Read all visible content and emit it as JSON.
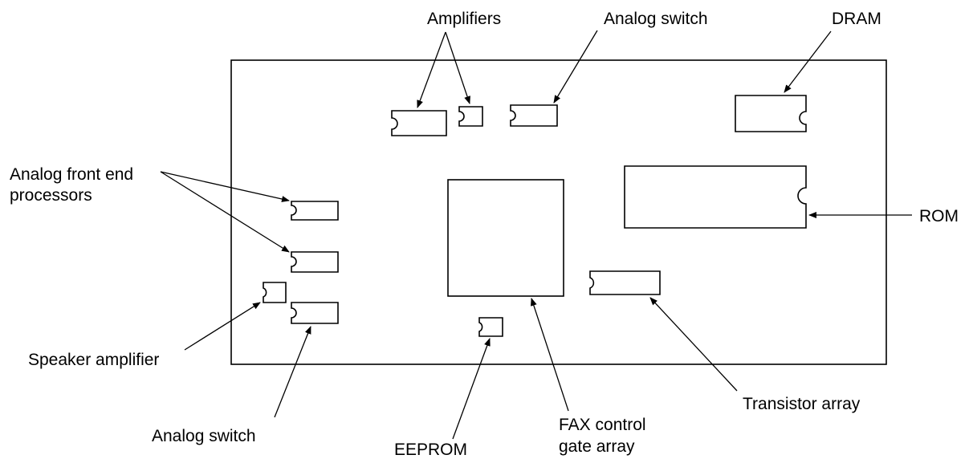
{
  "labels": {
    "amplifiers": "Amplifiers",
    "analog_switch_top": "Analog switch",
    "dram": "DRAM",
    "afe_line1": "Analog front end",
    "afe_line2": "processors",
    "rom": "ROM",
    "speaker_amplifier": "Speaker amplifier",
    "analog_switch_bottom": "Analog switch",
    "eeprom": "EEPROM",
    "fax_line1": "FAX control",
    "fax_line2": "gate array",
    "transistor_array": "Transistor array"
  },
  "colors": {
    "line": "#000000",
    "background": "#ffffff"
  }
}
